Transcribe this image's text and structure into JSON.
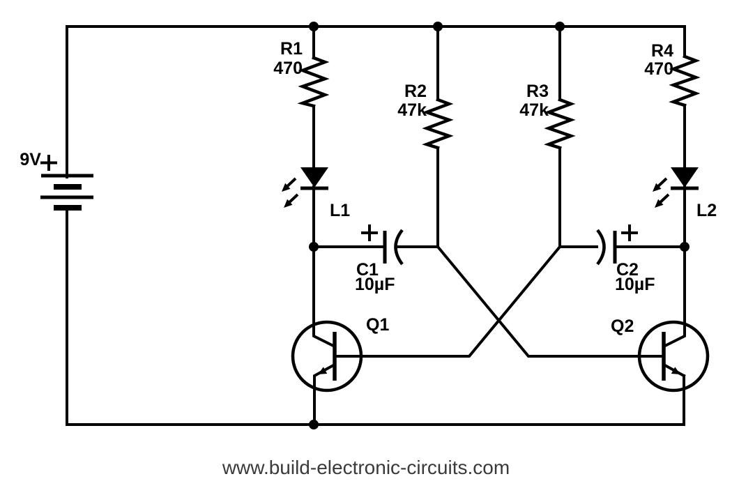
{
  "power_source": {
    "label": "9V",
    "polarity": "+"
  },
  "components": {
    "r1": {
      "ref": "R1",
      "value": "470"
    },
    "r2": {
      "ref": "R2",
      "value": "47k"
    },
    "r3": {
      "ref": "R3",
      "value": "47k"
    },
    "r4": {
      "ref": "R4",
      "value": "470"
    },
    "l1": {
      "ref": "L1"
    },
    "l2": {
      "ref": "L2"
    },
    "c1": {
      "ref": "C1",
      "value": "10µF",
      "polarity": "+"
    },
    "c2": {
      "ref": "C2",
      "value": "10µF",
      "polarity": "+"
    },
    "q1": {
      "ref": "Q1"
    },
    "q2": {
      "ref": "Q2"
    }
  },
  "footer": {
    "website": "www.build-electronic-circuits.com"
  }
}
